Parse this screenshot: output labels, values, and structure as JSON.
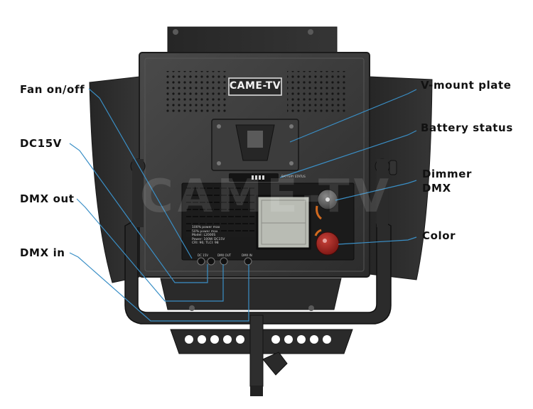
{
  "product": {
    "brand_logo": "CAME-TV",
    "watermark": "CAME-TV",
    "battery_label": "BATTERY STATUS",
    "spec_panel": [
      "100% power max",
      "50% power max",
      "Model: L2000S",
      "Power: 100W  DC15V",
      "CRI: 96;  TLCI: 98"
    ],
    "port_labels": [
      "DC 15V",
      "DMX OUT",
      "DMX IN"
    ]
  },
  "callouts": {
    "fan": "Fan on/off",
    "dc": "DC15V",
    "dmx_out": "DMX out",
    "dmx_in": "DMX in",
    "vmount": "V-mount plate",
    "battery": "Battery status",
    "dimmer": "Dimmer",
    "dmx": "DMX",
    "color": "Color"
  },
  "colors": {
    "leader_line": "#3a8fc6",
    "housing": "#3a3a3a",
    "housing_dark": "#232323",
    "yoke": "#2b2b2b",
    "knob_red": "#a0231f",
    "lcd": "#b9bcb4"
  }
}
